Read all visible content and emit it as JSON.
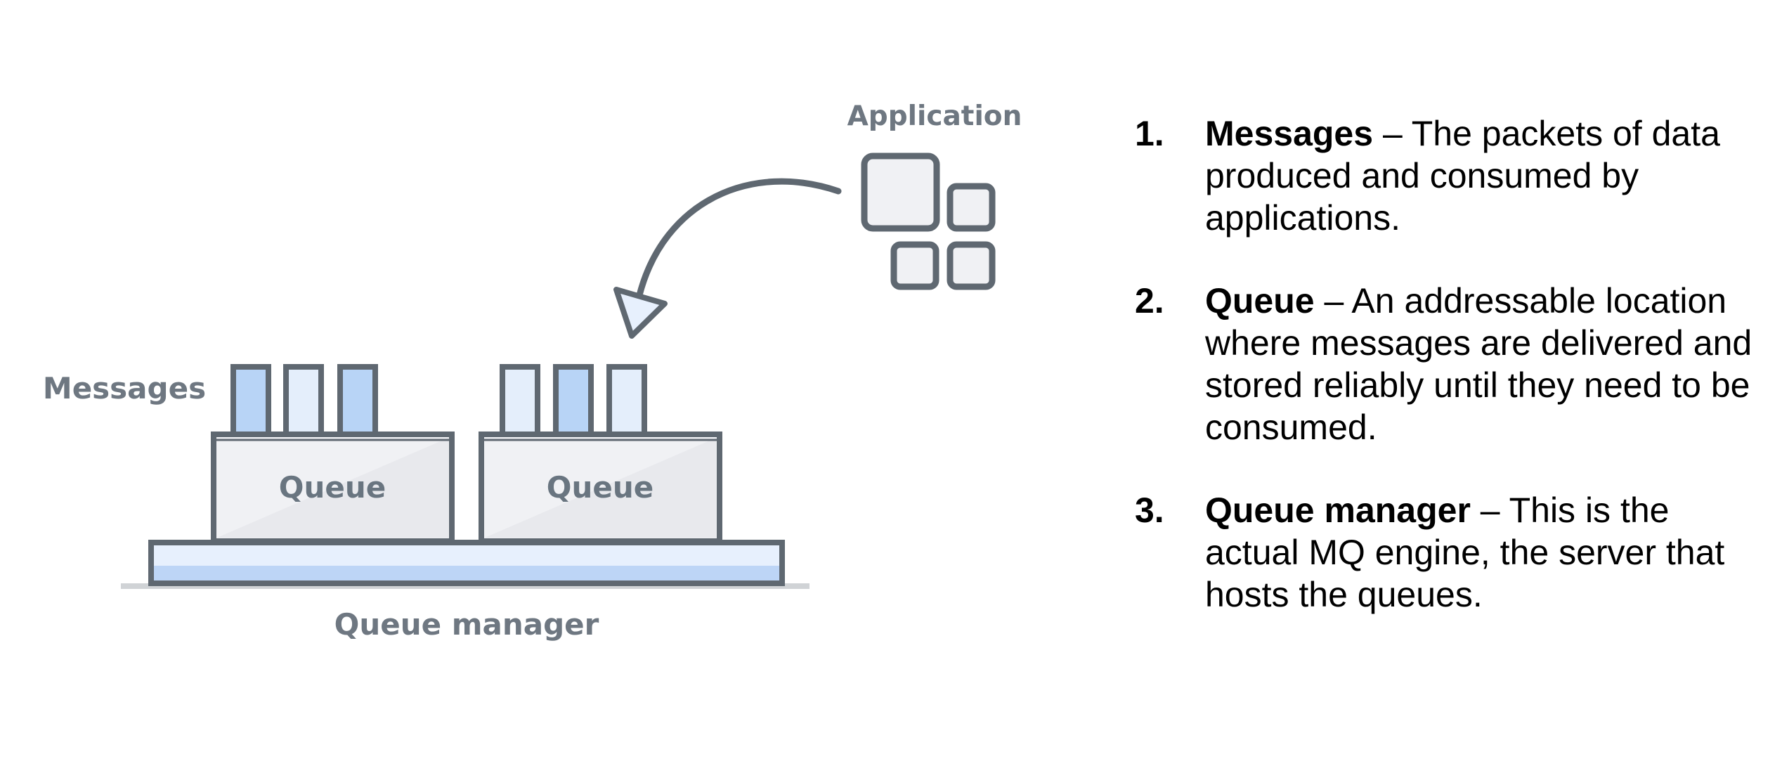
{
  "diagram": {
    "application_label": "Application",
    "messages_label": "Messages",
    "queues": [
      {
        "label": "Queue"
      },
      {
        "label": "Queue"
      }
    ],
    "queue_manager_label": "Queue manager"
  },
  "legend": {
    "items": [
      {
        "number": "1.",
        "term": "Messages",
        "description": " – The packets of data produced and consumed by applications."
      },
      {
        "number": "2.",
        "term": "Queue",
        "description": " – An addressable location where messages are delivered and stored reliably until they need to be consumed."
      },
      {
        "number": "3.",
        "term": "Queue manager",
        "description": " – This is the actual MQ engine, the server that hosts the queues."
      }
    ]
  },
  "colors": {
    "stroke": "#5f6871",
    "box_fill": "#f0f1f4",
    "message_dark": "#b8d4f6",
    "message_light": "#e4eefb",
    "manager_fill": "#e7f0fd",
    "manager_stripe": "#bdd5f6",
    "shadow": "#d0d3d6",
    "label_gray": "#6e7781"
  }
}
